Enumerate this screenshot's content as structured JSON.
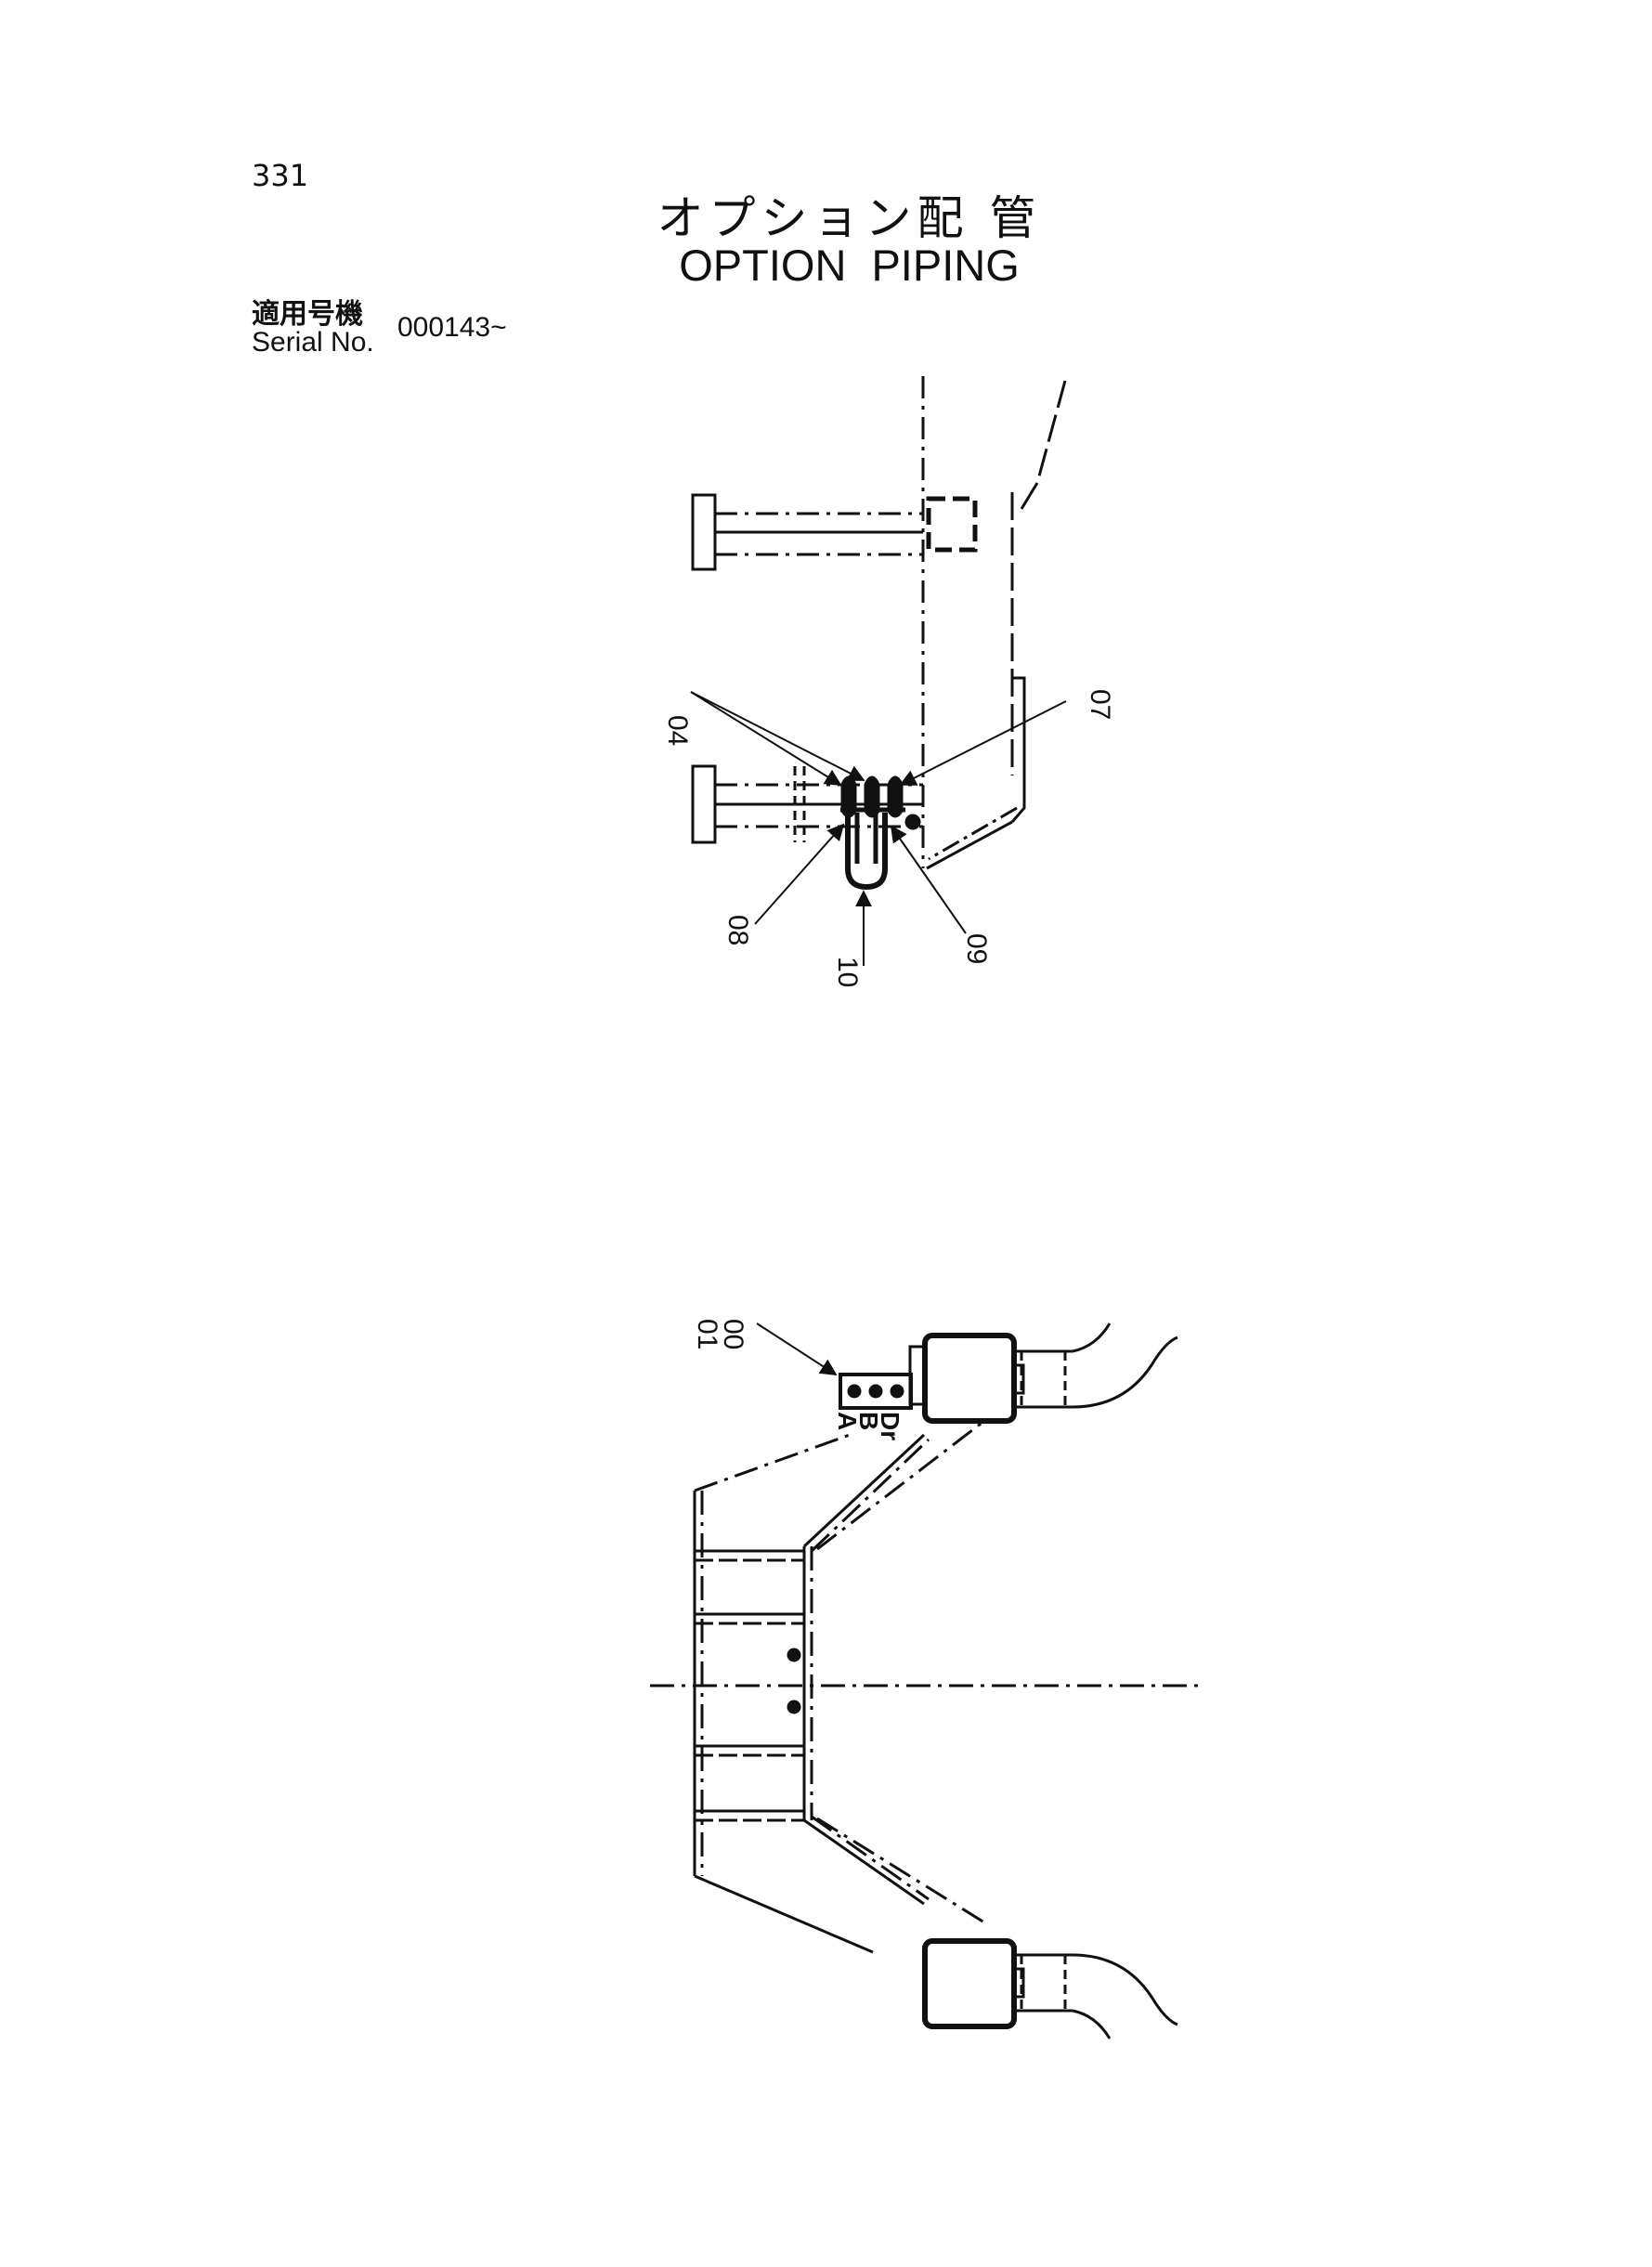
{
  "page": {
    "number": "331",
    "title_jp": "オプション配 管",
    "title_en": "OPTION  PIPING"
  },
  "serial": {
    "label_jp": "適用号機",
    "label_en": "Serial No.",
    "value": "000143~"
  },
  "parts": {
    "p04": "04",
    "p07": "07",
    "p08": "08",
    "p09": "09",
    "p10": "10",
    "p01": "01",
    "p00": "00"
  },
  "ports": {
    "a": "A",
    "b": "B",
    "dr": "Dr"
  }
}
